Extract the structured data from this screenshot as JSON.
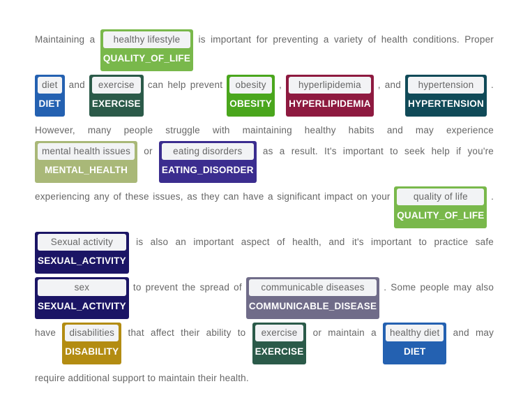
{
  "lines": [
    [
      {
        "t": "Maintaining a"
      },
      {
        "e": "healthy lifestyle",
        "l": "QUALITY_OF_LIFE",
        "c": "#79b84b"
      },
      {
        "t": "is important for preventing a variety of health conditions. Proper"
      }
    ],
    [
      {
        "e": "diet",
        "l": "DIET",
        "c": "#2461b1"
      },
      {
        "t": "and"
      },
      {
        "e": "exercise",
        "l": "EXERCISE",
        "c": "#2b5a49"
      },
      {
        "t": "can help prevent"
      },
      {
        "e": "obesity",
        "l": "OBESITY",
        "c": "#4aa61d"
      },
      {
        "t": ","
      },
      {
        "e": "hyperlipidemia",
        "l": "HYPERLIPIDEMIA",
        "c": "#8e1a40"
      },
      {
        "t": ", and"
      },
      {
        "e": "hypertension",
        "l": "HYPERTENSION",
        "c": "#104a58"
      },
      {
        "t": "."
      }
    ],
    [
      {
        "t": "However, many people struggle with maintaining healthy habits and may experience"
      }
    ],
    [
      {
        "e": "mental health issues",
        "l": "MENTAL_HEALTH",
        "c": "#a9b878"
      },
      {
        "t": "or"
      },
      {
        "e": "eating disorders",
        "l": "EATING_DISORDER",
        "c": "#3b2d8f"
      },
      {
        "t": "as a result. It's important to seek help if you're"
      }
    ],
    [
      {
        "t": "experiencing any of these issues, as they can have a significant impact on your"
      },
      {
        "e": "quality of life",
        "l": "QUALITY_OF_LIFE",
        "c": "#79b84b"
      },
      {
        "t": "."
      }
    ],
    [
      {
        "e": "Sexual activity",
        "l": "SEXUAL_ACTIVITY",
        "c": "#1b1565"
      },
      {
        "t": "is also an important aspect of health, and it's important to practice safe"
      }
    ],
    [
      {
        "e": "sex",
        "l": "SEXUAL_ACTIVITY",
        "c": "#1b1565"
      },
      {
        "t": "to prevent the spread of"
      },
      {
        "e": "communicable diseases",
        "l": "COMMUNICABLE_DISEASE",
        "c": "#706c89"
      },
      {
        "t": ". Some people may also"
      }
    ],
    [
      {
        "t": "have"
      },
      {
        "e": "disabilities",
        "l": "DISABILITY",
        "c": "#b38c12"
      },
      {
        "t": "that affect their ability to"
      },
      {
        "e": "exercise",
        "l": "EXERCISE",
        "c": "#2b5a49"
      },
      {
        "t": "or maintain a"
      },
      {
        "e": "healthy diet",
        "l": "DIET",
        "c": "#2461b1"
      },
      {
        "t": "and may"
      }
    ],
    [
      {
        "t": "require additional support to maintain their health."
      }
    ]
  ]
}
